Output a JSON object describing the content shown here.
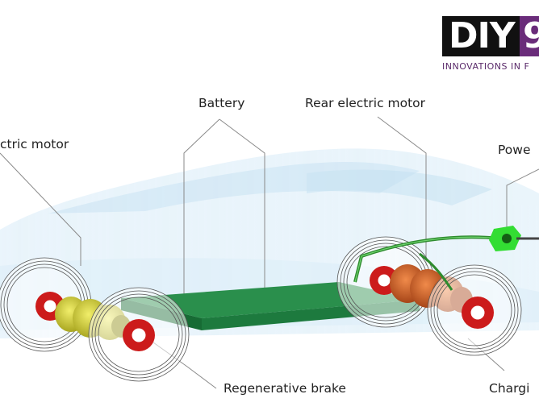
{
  "labels": {
    "front_motor": "ctric motor",
    "battery": "Battery",
    "rear_motor": "Rear electric motor",
    "power": "Powe",
    "regen_brake": "Regenerative brake",
    "charging": "Chargi"
  },
  "logo": {
    "text": "DIY",
    "accent_glyph": "9",
    "tagline": "INNOVATIONS IN F"
  },
  "colors": {
    "battery": "#1f7a3e",
    "front_motor": "#c9c62a",
    "rear_motor": "#c85a22",
    "hub": "#cc1b1b",
    "body_silhouette": "#cfe6f5",
    "cable": "#2e8b2e",
    "power_unit": "#33dd33",
    "logo_accent": "#6a2c7a"
  }
}
